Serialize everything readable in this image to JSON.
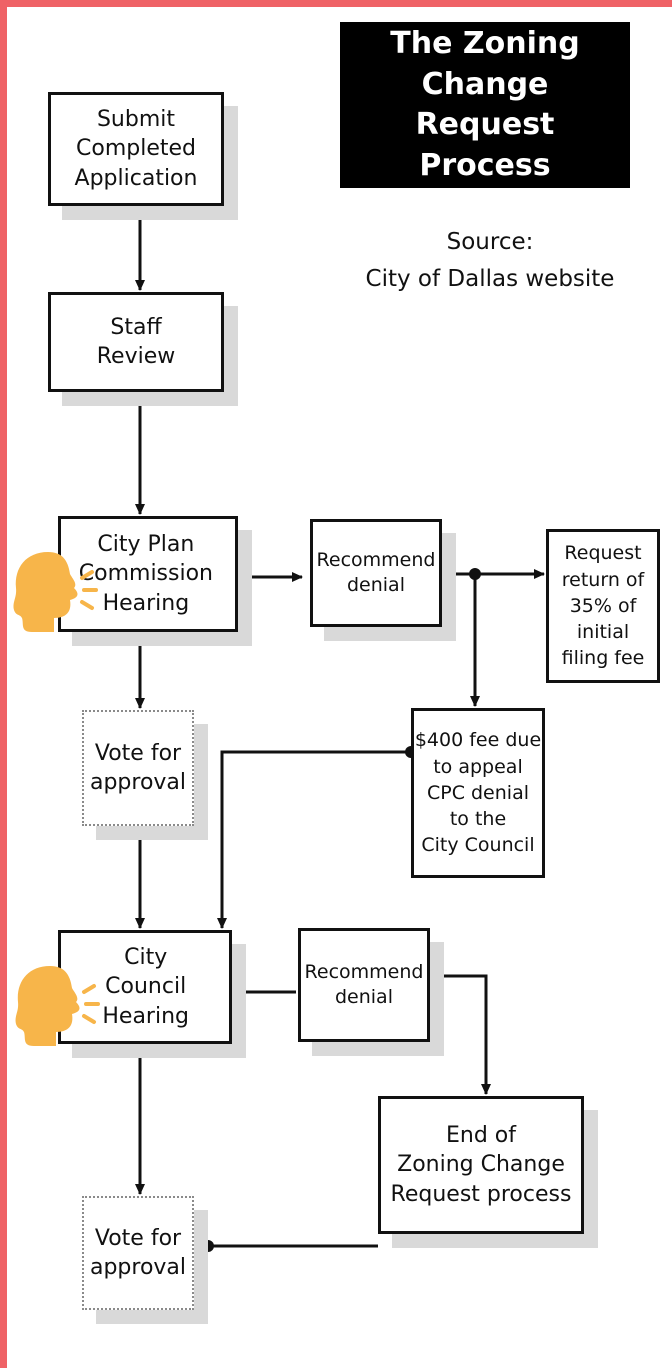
{
  "title": "The Zoning Change Request Process",
  "source": {
    "label": "Source:",
    "value": "City of Dallas website"
  },
  "nodes": {
    "submit": "Submit\nCompleted\nApplication",
    "staff_review": "Staff\nReview",
    "cpc_hearing": "City Plan\nCommission\nHearing",
    "recommend_denial_1": "Recommend\ndenial",
    "request_return": "Request\nreturn of\n35% of\ninitial\nfiling fee",
    "vote_approval_1": "Vote for\napproval",
    "appeal_fee": "$400 fee due\nto appeal\nCPC denial\nto the\nCity Council",
    "council_hearing": "City\nCouncil\nHearing",
    "recommend_denial_2": "Recommend\ndenial",
    "vote_approval_2": "Vote for\napproval",
    "end": "End of\nZoning Change\nRequest process"
  },
  "colors": {
    "frame": "#ef6266",
    "speaker": "#f7b54a",
    "shadow": "#d9d9d9"
  },
  "icons": [
    "speaking-head-icon"
  ]
}
